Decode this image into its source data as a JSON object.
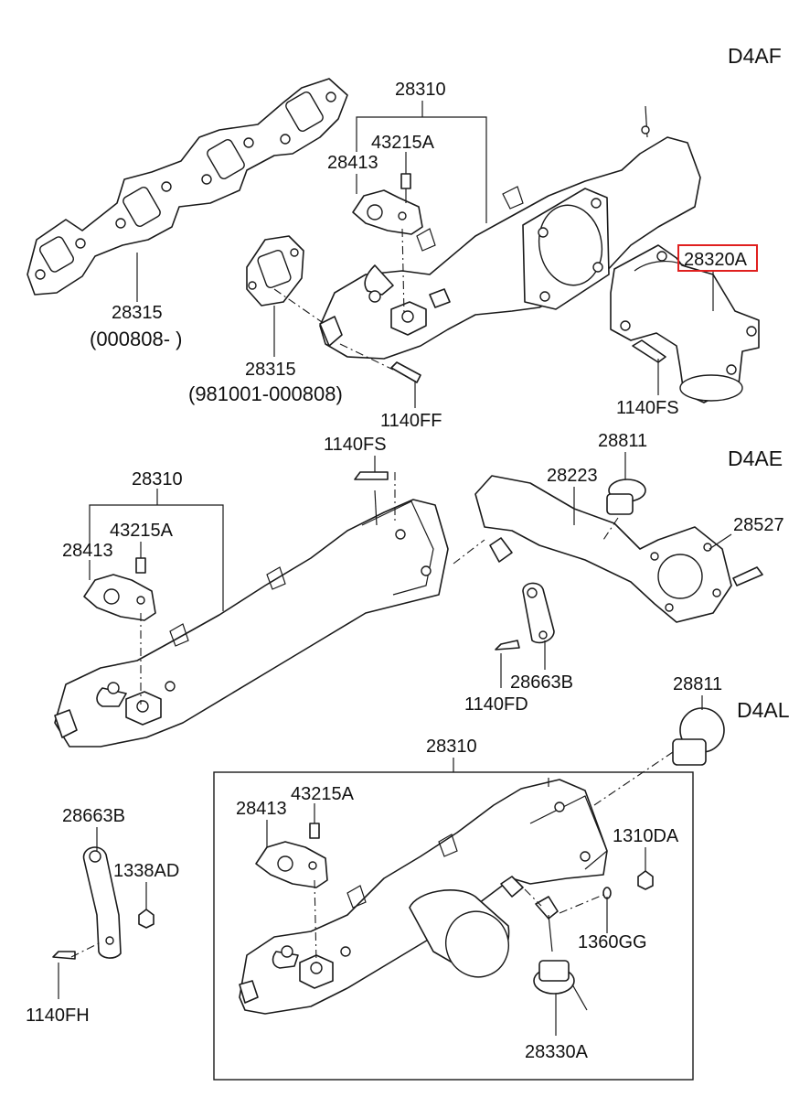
{
  "sections": {
    "d4af": "D4AF",
    "d4ae": "D4AE",
    "d4al": "D4AL"
  },
  "labels": {
    "af_28310": "28310",
    "af_43215a": "43215A",
    "af_28413": "28413",
    "af_28315_a": "28315",
    "af_28315_a_range": "(000808-  )",
    "af_28315_b": "28315",
    "af_28315_b_range": "(981001-000808)",
    "af_1140ff": "1140FF",
    "af_28320a": "28320A",
    "af_1140fs": "1140FS",
    "ae_1140fs": "1140FS",
    "ae_28310": "28310",
    "ae_43215a": "43215A",
    "ae_28413": "28413",
    "ae_28811": "28811",
    "ae_28223": "28223",
    "ae_28527": "28527",
    "ae_28663b": "28663B",
    "ae_1140fd": "1140FD",
    "al_28811": "28811",
    "al_28310": "28310",
    "al_28413": "28413",
    "al_43215a": "43215A",
    "al_1310da": "1310DA",
    "al_1360gg": "1360GG",
    "al_28330a": "28330A",
    "side_28663b": "28663B",
    "side_1338ad": "1338AD",
    "side_1140fh": "1140FH"
  },
  "highlight": {
    "part": "28320A",
    "color": "#e0201f"
  }
}
